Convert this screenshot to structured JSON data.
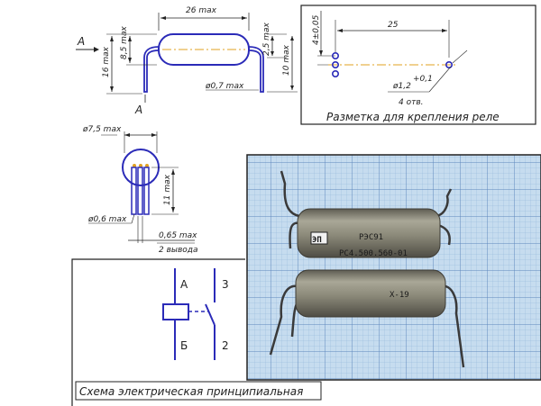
{
  "colors": {
    "outline": "#2b2bb8",
    "ink": "#222222",
    "center_line": "#e0a020",
    "grid_bg": "#c6dcef",
    "grid_line": "#6f98c8",
    "relay_body": "#8c8a7c"
  },
  "side_view": {
    "length": "26 max",
    "height_body": "8,5 max",
    "total_height": "16 max",
    "lead_length": "2,5 max",
    "depth": "10 max",
    "lead_diameter": "ø0,7 max",
    "view_label_side": "A",
    "view_label_bottom": "A"
  },
  "mounting": {
    "spacing": "25",
    "offset": "4±0,05",
    "hole_diameter": "ø1,2",
    "hole_tol": "+0,1",
    "hole_count": "4 отв.",
    "caption": "Разметка для крепления реле"
  },
  "end_view": {
    "diameter": "ø7,5 max",
    "lead_height": "11 max",
    "lead_diameter": "ø0,6 max",
    "lead_pitch": "0,65 max",
    "lead_count": "2 вывода"
  },
  "schematic": {
    "pin_a": "А",
    "pin_b": "Б",
    "pin_3": "3",
    "pin_2": "2",
    "caption": "Схема электрическая принципиальная"
  },
  "photo": {
    "marking_line1": "РЭС91",
    "marking_line2": "РС4.500.560-01",
    "marking_lower": "X-19",
    "logo": "ЭП"
  }
}
